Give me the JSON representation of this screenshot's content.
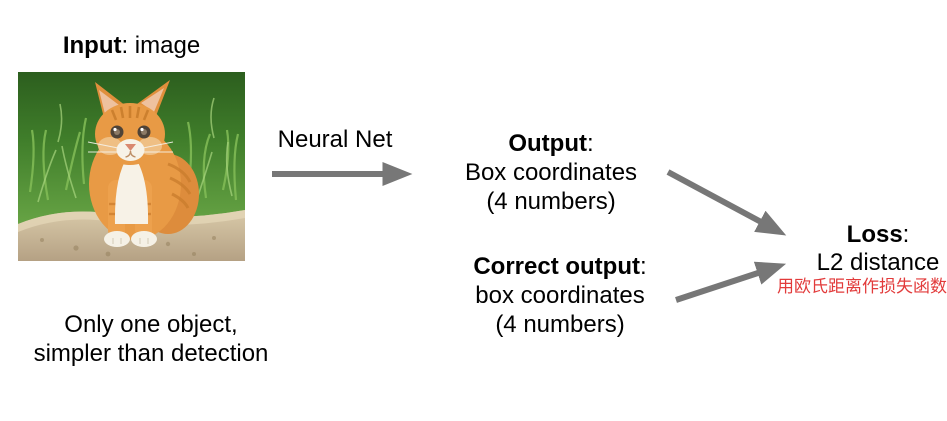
{
  "diagram": {
    "input_label": {
      "bold": "Input",
      "rest": ": image"
    },
    "photo_alt": "orange kitten sitting on a stone in front of green grass",
    "neural_net_label": "Neural Net",
    "output": {
      "bold": "Output",
      "rest": ":",
      "line2": "Box coordinates",
      "line3": "(4 numbers)"
    },
    "correct_output": {
      "bold": "Correct output",
      "rest": ":",
      "line2": "box coordinates",
      "line3": "(4 numbers)"
    },
    "loss": {
      "bold": "Loss",
      "rest": ":",
      "line2": "L2 distance"
    },
    "annotation_cn": "用欧氏距离作损失函数",
    "note": {
      "line1": "Only one object,",
      "line2": "simpler than detection"
    },
    "colors": {
      "arrow": "#777777",
      "annotation": "#e23b3b",
      "text": "#000000"
    }
  }
}
